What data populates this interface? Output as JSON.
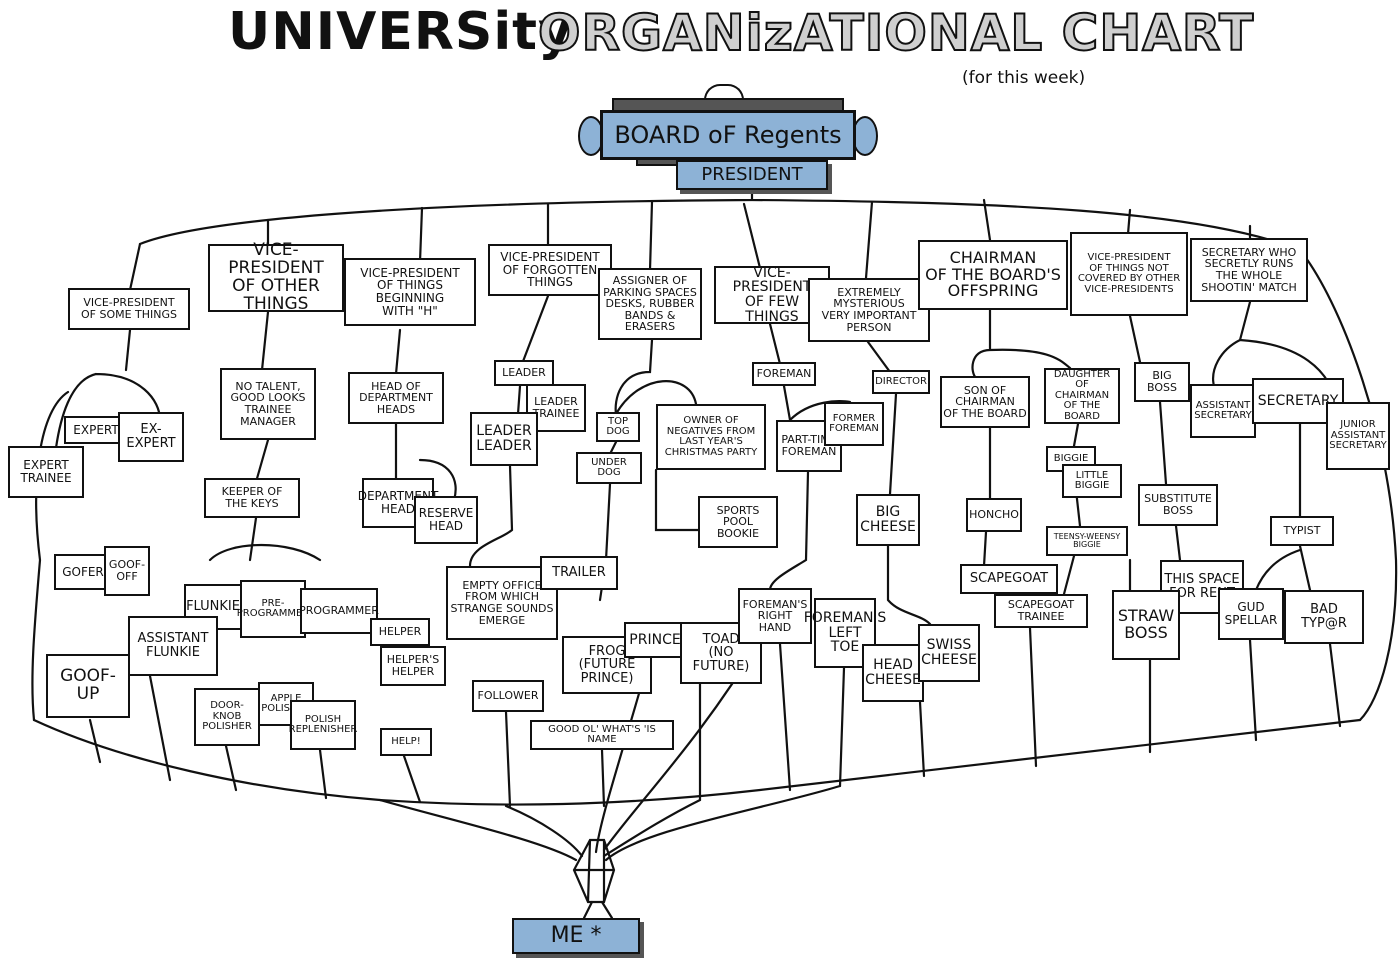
{
  "title": {
    "part1": "UNIVERSity",
    "part2": "ORGANizATIONAL CHART",
    "subtitle": "(for this week)"
  },
  "colors": {
    "accent_blue": "#8db2d6",
    "ink": "#111111",
    "shade": "#555555"
  },
  "top": {
    "board": "BOARD oF Regents",
    "president": "PRESIDENT",
    "me": "ME *"
  },
  "boxes": [
    "VICE-PRESIDENT\nOF SOME THINGS",
    "VICE-PRESIDENT\nOF OTHER THINGS",
    "VICE-PRESIDENT\nOF THINGS BEGINNING\nWITH \"H\"",
    "VICE-PRESIDENT\nOF FORGOTTEN\nTHINGS",
    "ASSIGNER OF\nPARKING SPACES\nDESKS, RUBBER\nBANDS & ERASERS",
    "VICE-PRESIDENT\nOF FEW THINGS",
    "EXTREMELY\nMYSTERIOUS\nVERY IMPORTANT\nPERSON",
    "CHAIRMAN\nOF THE BOARD'S\nOFFSPRING",
    "VICE-PRESIDENT\nOF THINGS NOT\nCOVERED BY OTHER\nVICE-PRESIDENTS",
    "SECRETARY WHO\nSECRETLY RUNS\nTHE WHOLE\nSHOOTIN' MATCH",
    "EXPERT",
    "EX-\nEXPERT",
    "EXPERT\nTRAINEE",
    "NO TALENT,\nGOOD LOOKS\nTRAINEE\nMANAGER",
    "HEAD OF\nDEPARTMENT\nHEADS",
    "LEADER",
    "LEADER\nTRAINEE",
    "LEADER\nLEADER",
    "TOP\nDOG",
    "UNDER\nDOG",
    "OWNER OF\nNEGATIVES FROM\nLAST YEAR'S\nCHRISTMAS PARTY",
    "FOREMAN",
    "PART-TIME\nFOREMAN",
    "FORMER\nFOREMAN",
    "DIRECTOR",
    "SON OF\nCHAIRMAN\nOF THE BOARD",
    "DAUGHTER\nOF CHAIRMAN\nOF THE BOARD",
    "BIG\nBOSS",
    "ASSISTANT\nSECRETARY",
    "SECRETARY",
    "JUNIOR\nASSISTANT\nSECRETARY",
    "KEEPER OF\nTHE KEYS",
    "DEPARTMENT\nHEAD",
    "RESERVE\nHEAD",
    "SPORTS\nPOOL\nBOOKIE",
    "BIG\nCHEESE",
    "HONCHO",
    "BIGGIE",
    "LITTLE\nBIGGIE",
    "TEENSY-WEENSY\nBIGGIE",
    "SUBSTITUTE\nBOSS",
    "TYPIST",
    "GOFER",
    "GOOF-\nOFF",
    "FLUNKIE",
    "PRE-\nPROGRAMMER",
    "PROGRAMMER",
    "ASSISTANT\nFLUNKIE",
    "GOOF-\nUP",
    "EMPTY OFFICE\nFROM WHICH\nSTRANGE SOUNDS\nEMERGE",
    "TRAILER",
    "HELPER",
    "HELPER'S\nHELPER",
    "SCAPEGOAT",
    "SCAPEGOAT\nTRAINEE",
    "THIS SPACE\nFOR RENT",
    "GUD\nSPELLAR",
    "BAD\nTYP@R",
    "STRAW\nBOSS",
    "FROG\n(FUTURE PRINCE)",
    "PRINCE",
    "TOAD\n(NO FUTURE)",
    "FOREMAN'S\nRIGHT\nHAND",
    "FOREMAN'S\nLEFT\nTOE",
    "HEAD\nCHEESE",
    "SWISS\nCHEESE",
    "DOOR-\nKNOB\nPOLISHER",
    "APPLE\nPOLISHER",
    "POLISH\nREPLENISHER",
    "HELP!",
    "FOLLOWER",
    "GOOD OL' WHAT'S 'IS NAME"
  ]
}
